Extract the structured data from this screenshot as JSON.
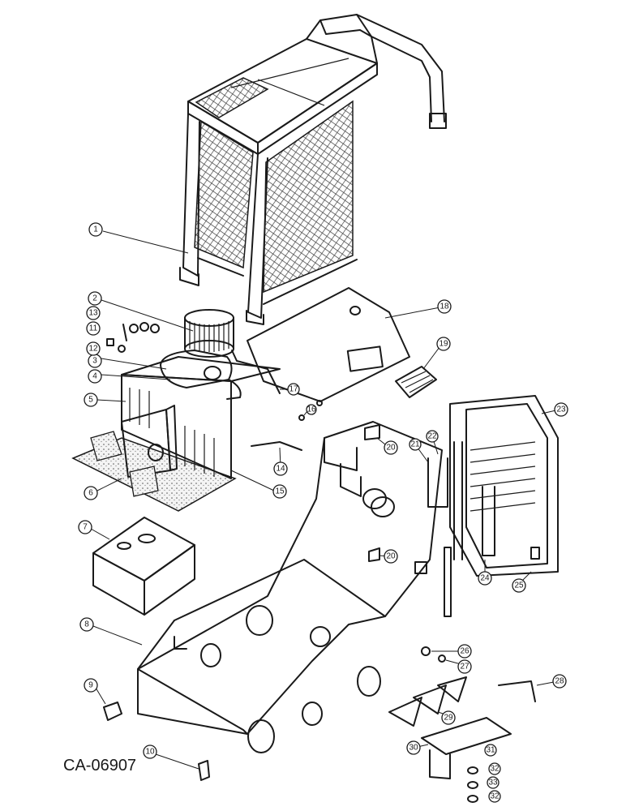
{
  "drawing_number": "CA-06907",
  "callouts": [
    "1",
    "2",
    "3",
    "4",
    "5",
    "6",
    "7",
    "8",
    "9",
    "10",
    "11",
    "12",
    "13",
    "14",
    "15",
    "16",
    "17",
    "18",
    "19",
    "20",
    "21",
    "22",
    "23",
    "24",
    "25",
    "26",
    "27",
    "28",
    "29",
    "30",
    "31",
    "32",
    "33"
  ],
  "colors": {
    "ink": "#1a1a1a",
    "paper": "#ffffff",
    "mesh": "#555555"
  }
}
